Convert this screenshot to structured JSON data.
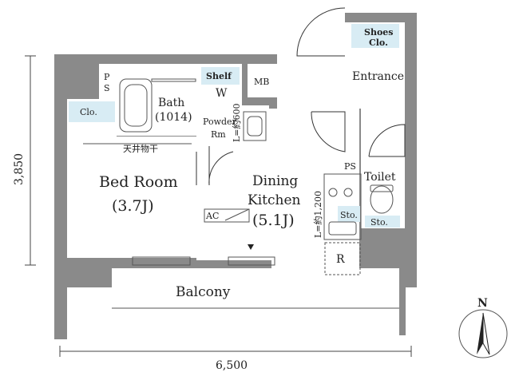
{
  "rooms": {
    "bedroom": "Bed Room",
    "bedroom_size": "(3.7J)",
    "dining": "Dining",
    "kitchen": "Kitchen",
    "kitchen_size": "(5.1J)",
    "bath": "Bath",
    "bath_size": "(1014)",
    "powder": "Powder",
    "powder_rm": "Rm",
    "toilet": "Toilet",
    "entrance": "Entrance",
    "balcony": "Balcony"
  },
  "storage": {
    "shoes": "Shoes",
    "shoes_clo": "Clo.",
    "shelf": "Shelf",
    "closet": "Clo.",
    "sto_kitchen": "Sto.",
    "sto_toilet": "Sto."
  },
  "fixtures": {
    "ps_top": "P",
    "ps_bottom": "S",
    "ps_kitchen": "PS",
    "mb": "MB",
    "washer": "W",
    "ac": "AC",
    "fridge": "R",
    "ceiling": "天井物干",
    "vanity_length": "L=約600",
    "counter_length": "L=約1,200"
  },
  "dimensions": {
    "width": "6,500",
    "height": "3,850"
  },
  "compass": {
    "north": "N"
  }
}
